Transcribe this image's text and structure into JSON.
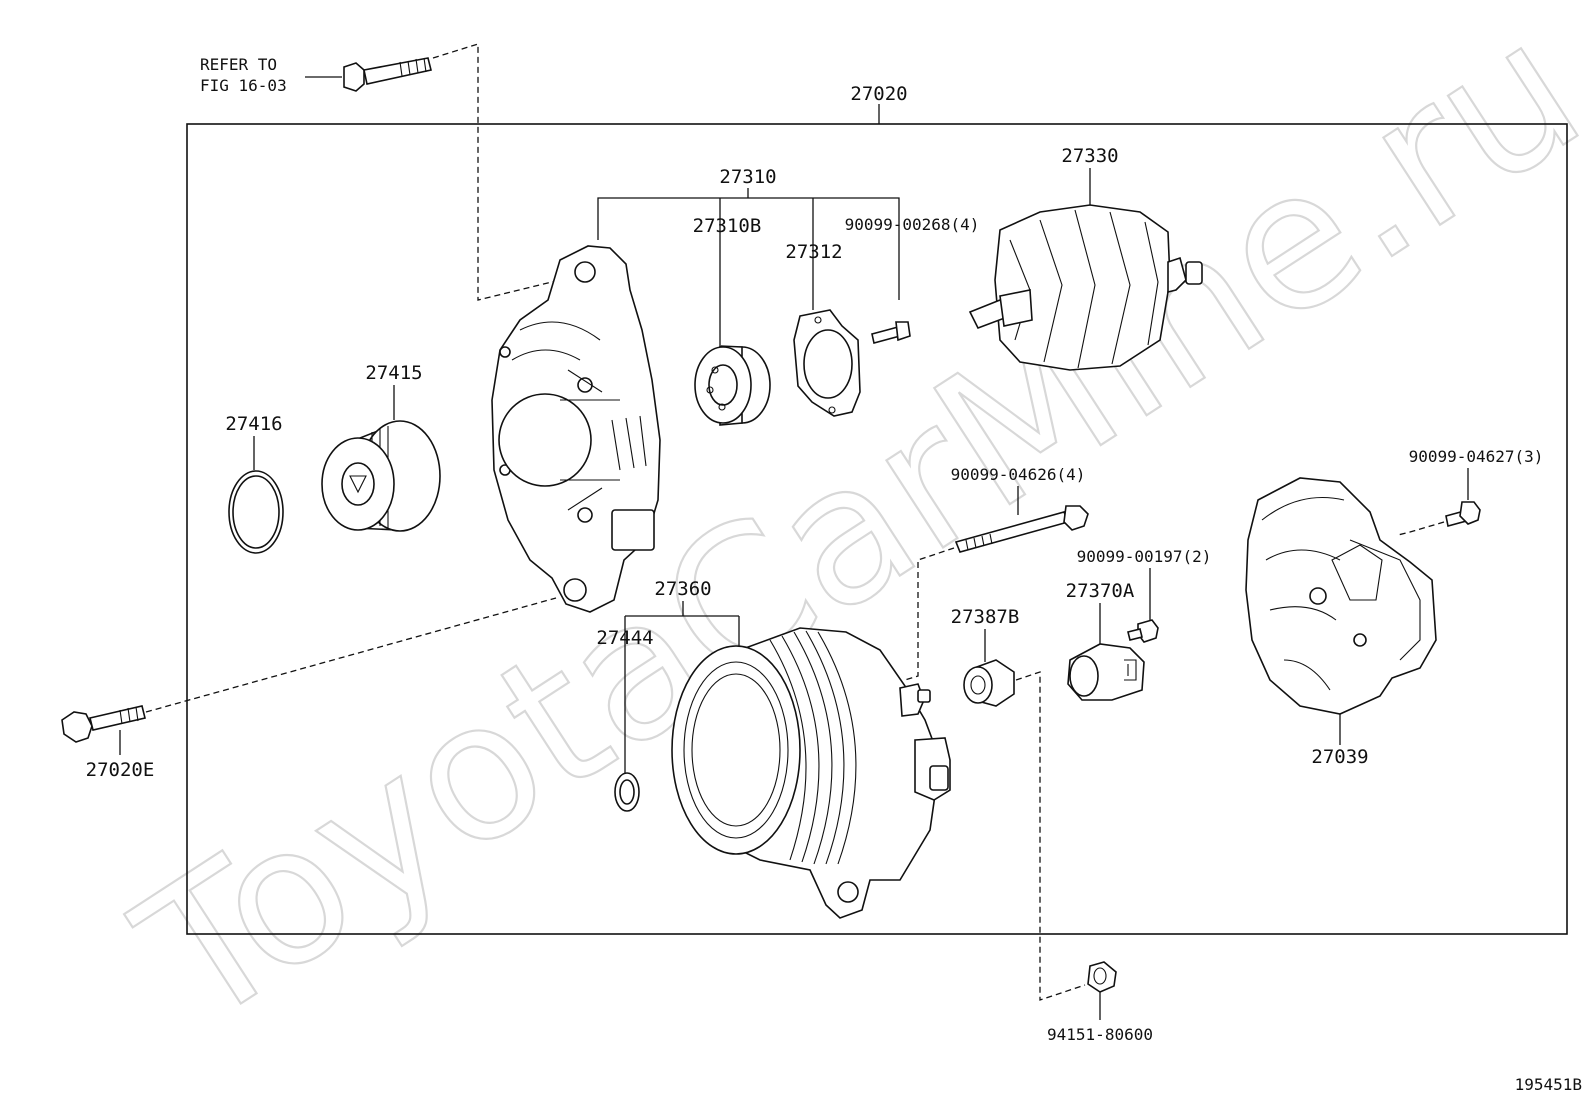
{
  "watermark": "ToyotaCarMine.ru",
  "figure_id": "195451B",
  "refer_note": {
    "line1": "REFER TO",
    "line2": "FIG 16-03"
  },
  "assembly": {
    "part_no": "27020"
  },
  "parts": {
    "p27310": "27310",
    "p27310B": "27310B",
    "p27312": "27312",
    "p90099_00268": "90099-00268(4)",
    "p27330": "27330",
    "p27415": "27415",
    "p27416": "27416",
    "p90099_04626": "90099-04626(4)",
    "p90099_04627": "90099-04627(3)",
    "p90099_00197": "90099-00197(2)",
    "p27370A": "27370A",
    "p27387B": "27387B",
    "p27360": "27360",
    "p27444": "27444",
    "p27039": "27039",
    "p27020E": "27020E",
    "p94151_80600": "94151-80600"
  }
}
